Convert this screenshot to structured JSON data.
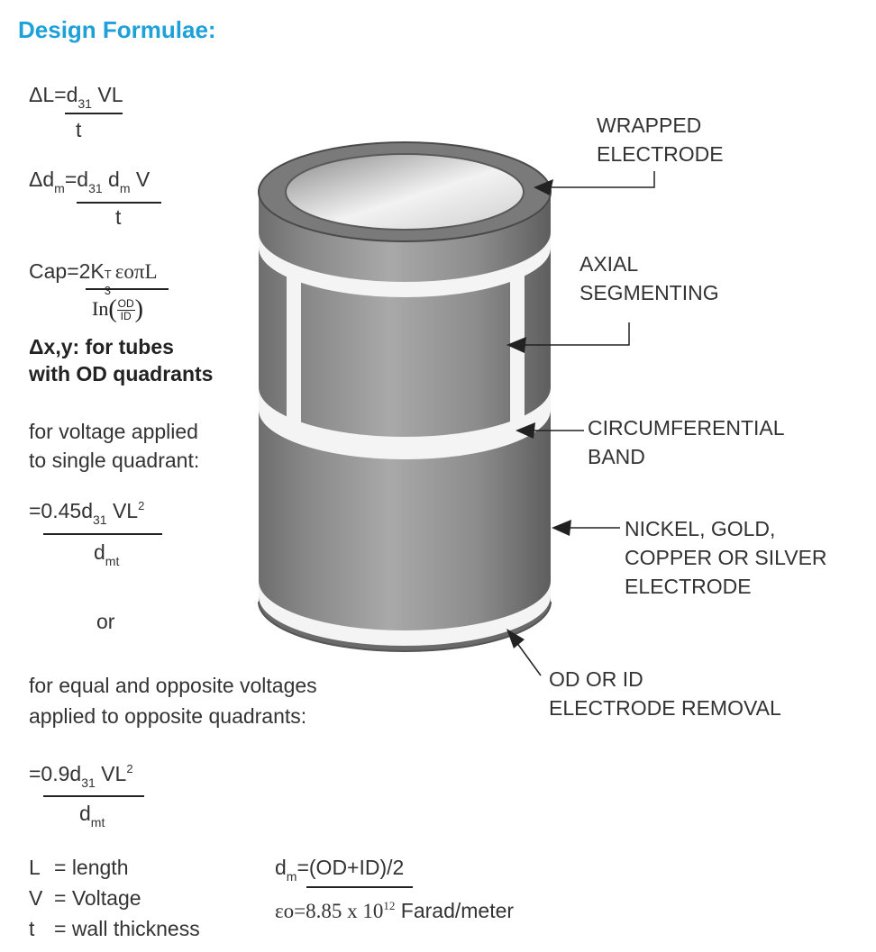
{
  "title": "Design Formulae:",
  "formula_dl": {
    "lhs": "ΔL=d",
    "sub": "31",
    "rest": " VL",
    "den": "t"
  },
  "formula_ddm": {
    "lhs": "Δd",
    "sub1": "m",
    "mid": "=d",
    "sub2": "31",
    "mid2": " d",
    "sub3": "m",
    "rest": " V",
    "den": "t"
  },
  "formula_cap": {
    "num": "Cap=2K",
    "sup": "T",
    "sub": "3",
    "rest": "εoπL",
    "den_ln": "In",
    "den_od": "OD",
    "den_id": "ID"
  },
  "dxy_heading": {
    "line1": "Δx,y: for tubes",
    "line2": "with OD quadrants"
  },
  "single_quadrant": {
    "line1": "for voltage applied",
    "line2": "to single quadrant:"
  },
  "formula_single": {
    "num": "=0.45d",
    "sub": "31",
    "rest": " VL",
    "sup": "2",
    "den": "d",
    "den_sub": "mt"
  },
  "or_text": "or",
  "opposite_quadrants": {
    "line1": "for equal and opposite voltages",
    "line2": "applied to opposite quadrants:"
  },
  "formula_opposite": {
    "num": "=0.9d",
    "sub": "31",
    "rest": " VL",
    "sup": "2",
    "den": "d",
    "den_sub": "mt"
  },
  "legend": {
    "L": {
      "sym": "L",
      "def": "= length"
    },
    "V": {
      "sym": "V",
      "def": "= Voltage"
    },
    "t": {
      "sym": "t",
      "def": "= wall thickness"
    }
  },
  "dm_def": {
    "d": "d",
    "sub": "m",
    "rest": "=(OD+ID)/2"
  },
  "eps_def": {
    "sym": "εo=8.85 x 10",
    "sup": "12",
    "rest": " Farad/meter"
  },
  "labels": {
    "wrapped": [
      "WRAPPED",
      "ELECTRODE"
    ],
    "axial": [
      "AXIAL",
      "SEGMENTING"
    ],
    "band": [
      "CIRCUMFERENTIAL",
      "BAND"
    ],
    "nickel": [
      "NICKEL, GOLD,",
      "COPPER OR SILVER",
      "ELECTRODE"
    ],
    "removal": [
      "OD OR ID",
      "ELECTRODE REMOVAL"
    ]
  },
  "colors": {
    "title": "#1ea0d8"
  }
}
